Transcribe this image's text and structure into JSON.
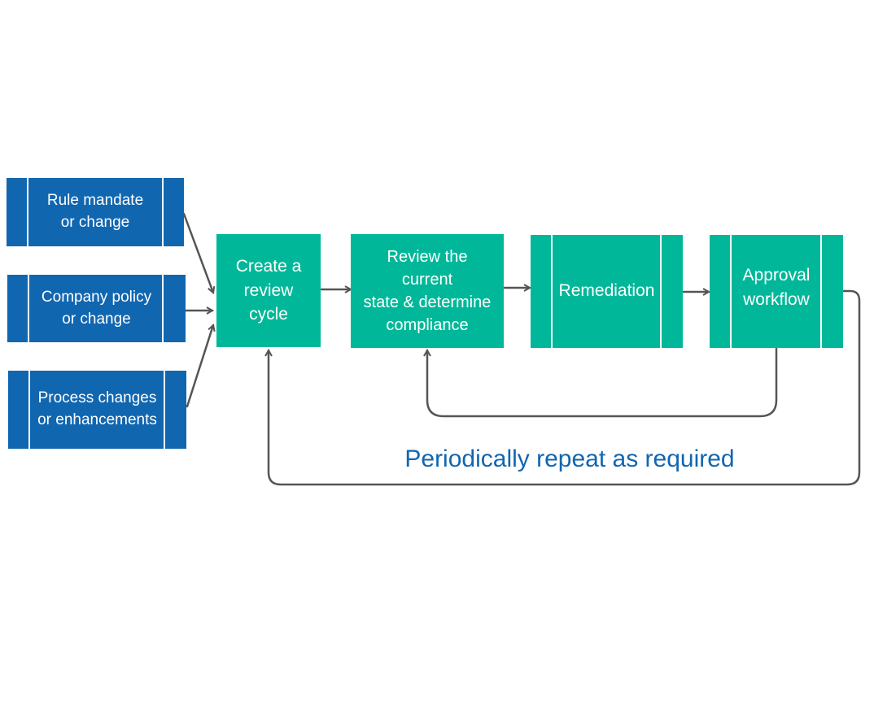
{
  "inputs": [
    {
      "label": "Rule mandate\nor change"
    },
    {
      "label": "Company policy\nor change"
    },
    {
      "label": "Process changes\nor enhancements"
    }
  ],
  "steps": [
    {
      "label": "Create a\nreview\ncycle"
    },
    {
      "label": "Review the\ncurrent\nstate & determine\ncompliance"
    },
    {
      "label": "Remediation"
    },
    {
      "label": "Approval\nworkflow"
    }
  ],
  "caption": "Periodically repeat as required",
  "colors": {
    "input_box": "#1166b0",
    "step_box": "#00b899",
    "connector": "#555555",
    "caption": "#1166b0"
  }
}
